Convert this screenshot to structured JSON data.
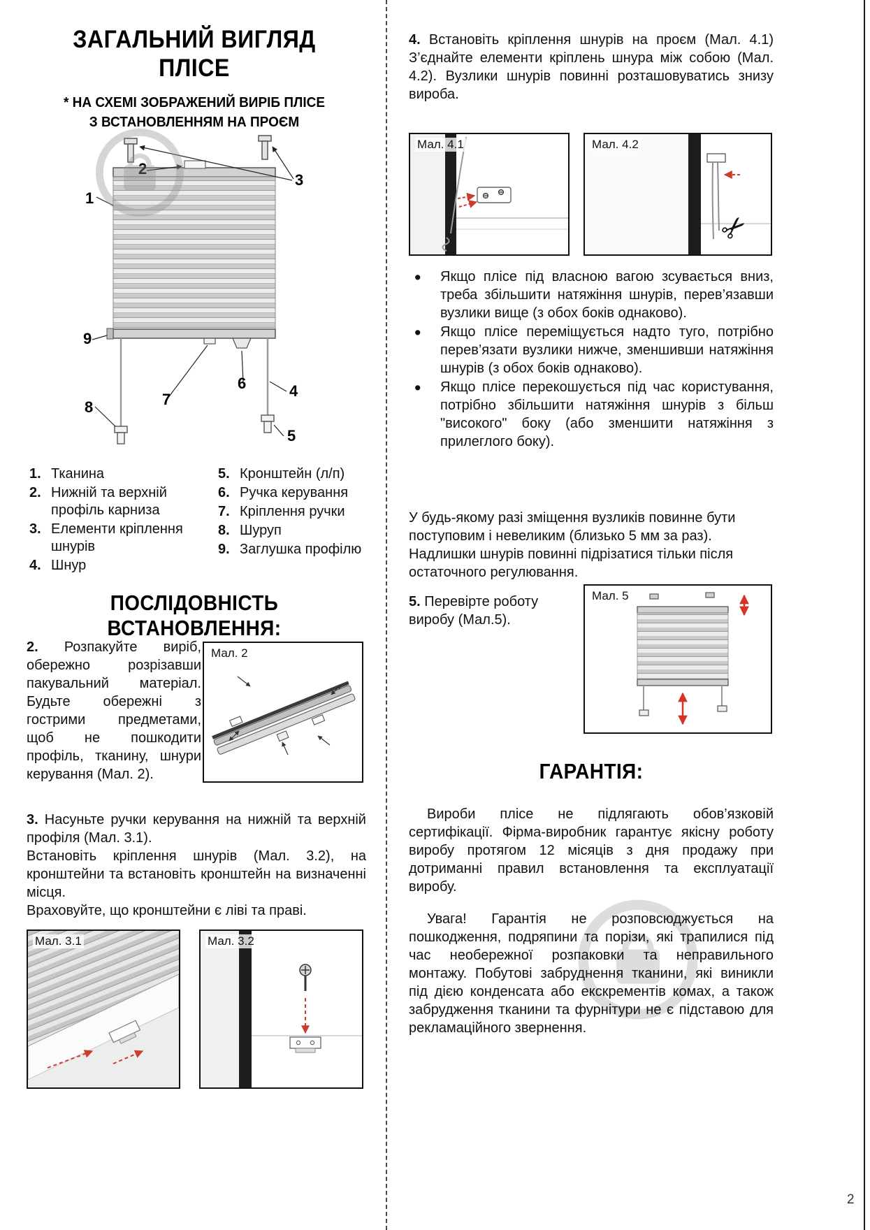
{
  "page": {
    "number": "2"
  },
  "icons": {
    "scissors": "✂"
  },
  "colors": {
    "figure_arrow_red": "#cc3b2c",
    "watermark_gray": "#8d9297"
  },
  "left": {
    "title_line1": "ЗАГАЛЬНИЙ ВИГЛЯД",
    "title_line2": "ПЛІСЕ",
    "subtitle_line1": "* НА СХЕМІ ЗОБРАЖЕНИЙ ВИРІБ ПЛІСЕ",
    "subtitle_line2": "З ВСТАНОВЛЕННЯМ НА ПРОЄМ",
    "diagram": {
      "callouts": [
        "1",
        "2",
        "3",
        "4",
        "5",
        "6",
        "7",
        "8",
        "9"
      ]
    },
    "legend_left": [
      {
        "num": "1.",
        "text": "Тканина"
      },
      {
        "num": "2.",
        "text": "Нижній та верхній профіль карниза"
      },
      {
        "num": "3.",
        "text": "Елементи кріплення шнурів"
      },
      {
        "num": "4.",
        "text": "Шнур"
      }
    ],
    "legend_right": [
      {
        "num": "5.",
        "text": "Кронштейн (л/п)"
      },
      {
        "num": "6.",
        "text": "Ручка керування"
      },
      {
        "num": "7.",
        "text": "Кріплення ручки"
      },
      {
        "num": "8.",
        "text": "Шуруп"
      },
      {
        "num": "9.",
        "text": "Заглушка профілю"
      }
    ],
    "section_title": "ПОСЛІДОВНІСТЬ ВСТАНОВЛЕННЯ:",
    "step2": {
      "num": "2.",
      "text": "Розпакуйте виріб, обережно розрізавши пакувальний матеріал. Будьте обережні з гострими предметами, щоб не пошкодити профіль, тканину, шнури керування (Мал. 2)."
    },
    "fig2_label": "Мал. 2",
    "step3": {
      "num": "3.",
      "text": "Насуньте ручки керування на нижній та верхній профіля (Мал. 3.1).",
      "text2": "Встановіть кріплення шнурів (Мал. 3.2), на кронштейни та встановіть кронштейн на визначенні місця.",
      "text3": "Враховуйте, що кронштейни є ліві та праві."
    },
    "fig31_label": "Мал. 3.1",
    "fig32_label": "Мал. 3.2"
  },
  "right": {
    "step4": {
      "num": "4.",
      "text": "Встановіть кріплення шнурів на проєм (Мал. 4.1) З’єднайте елементи кріплень шнура між собою (Мал. 4.2). Вузлики шнурів повинні розташовуватись знизу вироба."
    },
    "fig41_label": "Мал. 4.1",
    "fig42_label": "Мал. 4.2",
    "bullets": [
      "Якщо плісе під власною вагою зсувається вниз, треба збільшити натяжіння шнурів, перев’язавши вузлики вище (з обох боків однаково).",
      "Якщо плісе переміщується надто туго, потрібно перев’язати вузлики нижче, зменшивши натяжіння шнурів (з обох боків однаково).",
      "Якщо плісе перекошується під час користування, потрібно збільшити натяжіння шнурів з більш \"високого\" боку (або зменшити натяжіння з прилеглого боку)."
    ],
    "note_line1": "У будь-якому разі зміщення вузликів повинне бути поступовим і невеликим (близько 5 мм за раз).",
    "note_line2": "Надлишки шнурів повинні підрізатися тільки після остаточного регулювання.",
    "step5": {
      "num": "5.",
      "text": "Перевірте роботу виробу (Мал.5)."
    },
    "fig5_label": "Мал. 5",
    "warranty_title": "ГАРАНТІЯ:",
    "warranty_p1": "Вироби плісе не підлягають обов’язковій сертифікації. Фірма-виробник гарантує якісну роботу виробу протягом 12 місяців з дня продажу при дотриманні правил встановлення та експлуатації виробу.",
    "warranty_p2": "Увага! Гарантія не розповсюджується на пошкодження, подряпини та порізи, які трапилися під час необережної розпаковки та неправильного монтажу. Побутові забруднення тканини, які виникли під дією конденсата або екскрементів комах, а також забрудження тканини та фурнітури не є підставою для рекламаційного звернення."
  }
}
